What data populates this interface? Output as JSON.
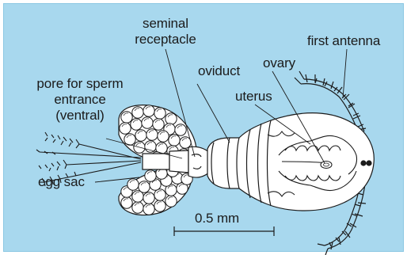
{
  "labels": {
    "seminal_receptacle": [
      "seminal",
      "receptacle"
    ],
    "oviduct": "oviduct",
    "ovary": "ovary",
    "first_antenna": "first antenna",
    "uterus": "uterus",
    "pore": [
      "pore for sperm",
      "entrance",
      "(ventral)"
    ],
    "egg_sac": "egg sac",
    "scale_bar": "0.5 mm"
  },
  "colors": {
    "background": "#a8d8ee",
    "animal_fill": "#ffffff",
    "outline": "#1b1b1b"
  }
}
